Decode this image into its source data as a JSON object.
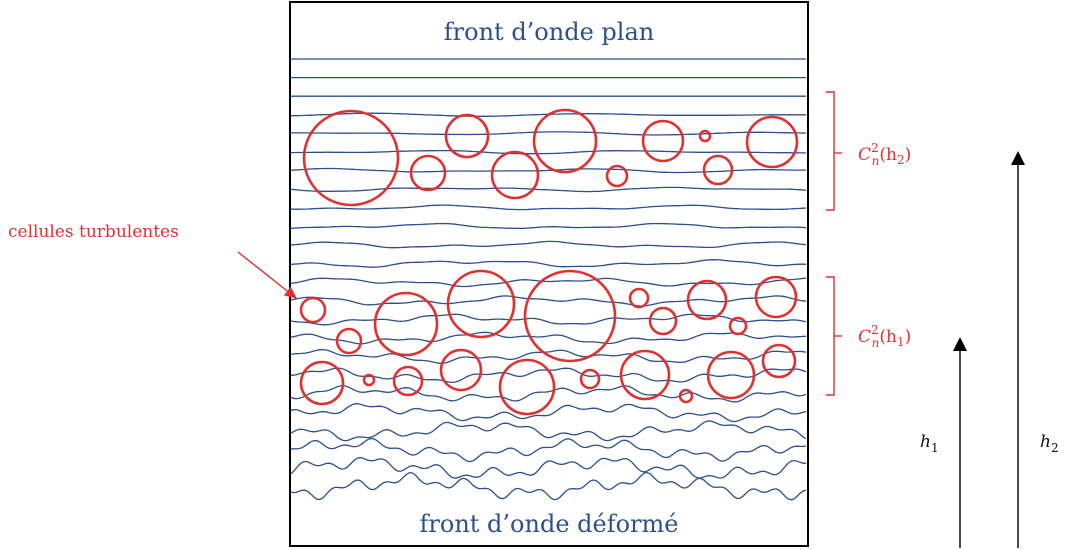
{
  "diagram": {
    "top_label": "front d’onde plan",
    "bottom_label": "front d’onde déformé",
    "cells_label": "cellules turbulentes",
    "layer_upper": {
      "symbol": "C",
      "sub": "n",
      "sup": "2",
      "arg": "(h",
      "arg_sub": "2",
      "close": ")"
    },
    "layer_lower": {
      "symbol": "C",
      "sub": "n",
      "sup": "2",
      "arg": "(h",
      "arg_sub": "1",
      "close": ")"
    },
    "height_1": {
      "symbol": "h",
      "sub": "1"
    },
    "height_2": {
      "symbol": "h",
      "sub": "2"
    }
  },
  "colors": {
    "wave_line": "#2d4f8f",
    "cell": "#e03131",
    "frame": "#000000",
    "arrow": "#000000"
  }
}
